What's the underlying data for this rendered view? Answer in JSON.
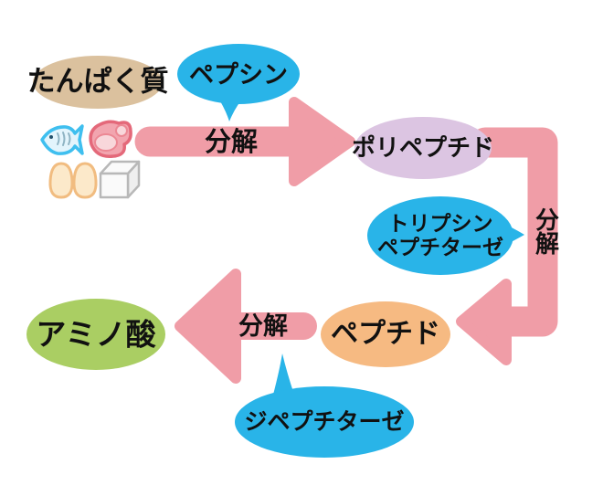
{
  "diagram": {
    "nodes": {
      "protein": {
        "label": "たんぱく質",
        "fill": "#DBC19E"
      },
      "polypeptide": {
        "label": "ポリペプチド",
        "fill": "#DCC5E2"
      },
      "peptide": {
        "label": "ペプチド",
        "fill": "#F6BA82"
      },
      "amino_acid": {
        "label": "アミノ酸",
        "fill": "#AACE63"
      }
    },
    "enzymes": {
      "bubble_fill": "#29B4E8",
      "pepsin": {
        "label": "ペプシン"
      },
      "trypsin_peptidase": {
        "line1": "トリプシン",
        "line2": "ペプチターゼ"
      },
      "dipeptidase": {
        "label": "ジペプチターゼ"
      }
    },
    "arrows": {
      "color": "#F09DA7",
      "top": {
        "label": "分解"
      },
      "right": {
        "label": "分解"
      },
      "bottom": {
        "label": "分解"
      }
    },
    "food_icons": {
      "fish": {
        "outline": "#3FBFEF",
        "fill": "#E3F4FC"
      },
      "meat": {
        "outline": "#E4697A",
        "fill": "#F2A5AF",
        "spot": "#F8D7DB"
      },
      "eggs": {
        "outline": "#F1BC80",
        "fill": "#FCE9CA"
      },
      "tofu": {
        "outline": "#B8B8B8",
        "fill": "#FAFAFA"
      }
    }
  }
}
